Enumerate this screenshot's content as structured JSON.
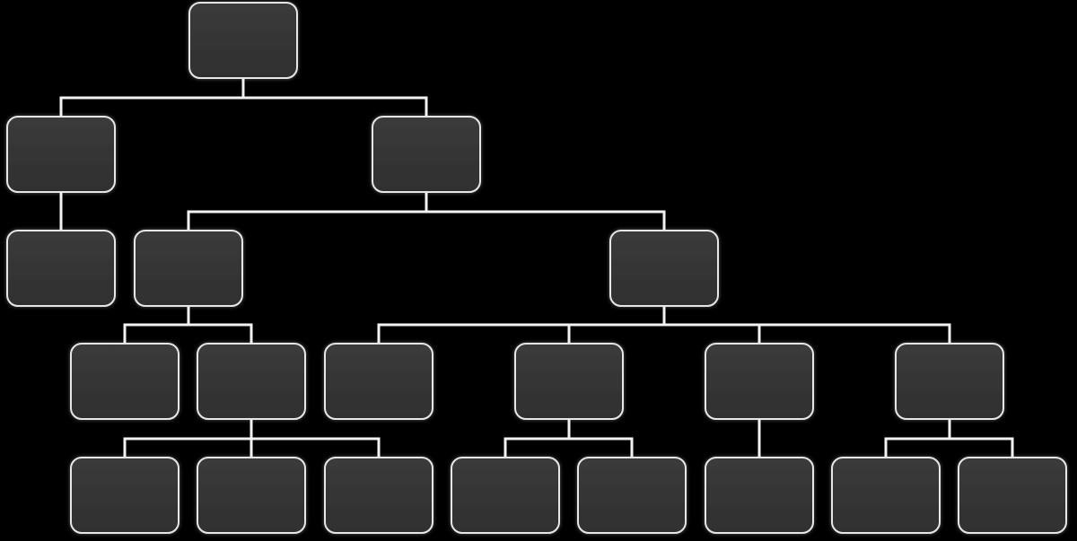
{
  "diagram": {
    "type": "tree",
    "node_fill": "#353535",
    "node_stroke": "#e6e6e6",
    "edge_color": "#f2f2f2",
    "background": "#000000",
    "nodes": [
      {
        "id": "n0",
        "label": ""
      },
      {
        "id": "n1",
        "label": ""
      },
      {
        "id": "n2",
        "label": ""
      },
      {
        "id": "n3",
        "label": ""
      },
      {
        "id": "n4",
        "label": ""
      },
      {
        "id": "n5",
        "label": ""
      },
      {
        "id": "n6",
        "label": ""
      },
      {
        "id": "n7",
        "label": ""
      },
      {
        "id": "n8",
        "label": ""
      },
      {
        "id": "n9",
        "label": ""
      },
      {
        "id": "n10",
        "label": ""
      },
      {
        "id": "n11",
        "label": ""
      },
      {
        "id": "n12",
        "label": ""
      },
      {
        "id": "n13",
        "label": ""
      },
      {
        "id": "n14",
        "label": ""
      },
      {
        "id": "n15",
        "label": ""
      },
      {
        "id": "n16",
        "label": ""
      },
      {
        "id": "n17",
        "label": ""
      },
      {
        "id": "n18",
        "label": ""
      },
      {
        "id": "n19",
        "label": ""
      }
    ],
    "edges": [
      [
        "n0",
        "n1"
      ],
      [
        "n0",
        "n2"
      ],
      [
        "n1",
        "n3"
      ],
      [
        "n2",
        "n4"
      ],
      [
        "n2",
        "n5"
      ],
      [
        "n4",
        "n6"
      ],
      [
        "n4",
        "n7"
      ],
      [
        "n5",
        "n8"
      ],
      [
        "n5",
        "n9"
      ],
      [
        "n5",
        "n10"
      ],
      [
        "n5",
        "n11"
      ],
      [
        "n7",
        "n12"
      ],
      [
        "n7",
        "n13"
      ],
      [
        "n7",
        "n14"
      ],
      [
        "n9",
        "n15"
      ],
      [
        "n9",
        "n16"
      ],
      [
        "n10",
        "n17"
      ],
      [
        "n11",
        "n18"
      ],
      [
        "n11",
        "n19"
      ]
    ]
  }
}
